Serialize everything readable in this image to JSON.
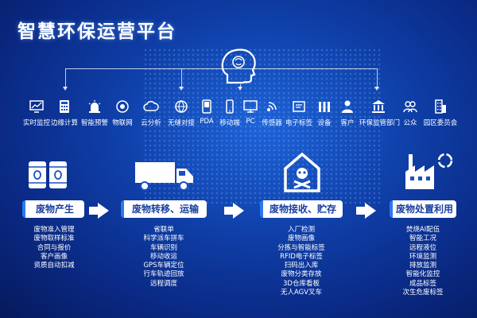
{
  "title": "智慧环保运营平台",
  "tools": [
    {
      "label": "实时监控",
      "icon": "monitor-chart-icon"
    },
    {
      "label": "边缘计算",
      "icon": "calculator-icon"
    },
    {
      "label": "智能预警",
      "icon": "alarm-light-icon"
    },
    {
      "label": "物联网",
      "icon": "iot-sensor-icon"
    },
    {
      "label": "云分析",
      "icon": "cloud-icon"
    },
    {
      "label": "无缝对接",
      "icon": "link-globe-icon"
    },
    {
      "label": "PDA",
      "icon": "pda-device-icon"
    },
    {
      "label": "移动端",
      "icon": "smartphone-icon"
    },
    {
      "label": "PC",
      "icon": "desktop-pc-icon"
    },
    {
      "label": "传感器",
      "icon": "sensor-waves-icon"
    },
    {
      "label": "电子标签",
      "icon": "rfid-tag-icon"
    },
    {
      "label": "设备",
      "icon": "equipment-bars-icon"
    },
    {
      "label": "客户",
      "icon": "person-icon"
    },
    {
      "label": "环保监管部门",
      "icon": "government-building-icon"
    },
    {
      "label": "公众",
      "icon": "people-group-icon"
    },
    {
      "label": "园区委员会",
      "icon": "office-building-icon"
    }
  ],
  "stages": [
    {
      "title": "废物产生",
      "icon": "waste-barrels-icon",
      "items": [
        "废物准入管理",
        "废物取样标准",
        "合同与报价",
        "客户画像",
        "资质自动扣减"
      ]
    },
    {
      "title": "废物转移、运输",
      "icon": "truck-icon",
      "items": [
        "省联单",
        "科学派车拼车",
        "车辆识别",
        "移动收运",
        "GPS车辆定位",
        "行车轨迹回放",
        "远程调度"
      ]
    },
    {
      "title": "废物接收、贮存",
      "icon": "hazard-warehouse-icon",
      "items": [
        "入厂检测",
        "废物画像",
        "分拣与智能标签",
        "RFID电子标签",
        "扫码出入库",
        "废物分类存放",
        "3D仓库看板",
        "无人AGV叉车"
      ]
    },
    {
      "title": "废物处置利用",
      "icon": "recycling-factory-icon",
      "items": [
        "焚烧AI配伍",
        "智能工况",
        "远程液位",
        "环境监测",
        "排放监测",
        "智能化监控",
        "成品标签",
        "次生危废标签"
      ]
    }
  ]
}
